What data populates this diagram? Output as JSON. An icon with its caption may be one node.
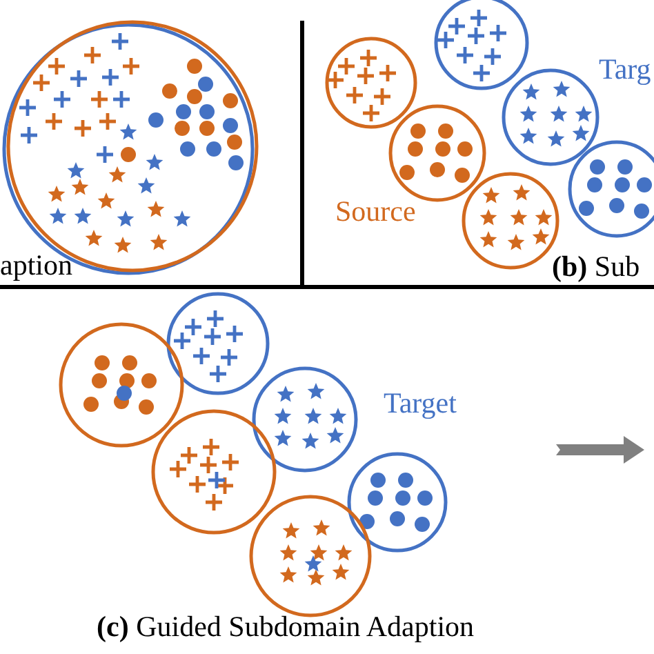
{
  "diagram": {
    "labels": [
      "Targ",
      "Source",
      "aption",
      "**(b)** Sub",
      "Target",
      "**(c)** Guided Subdomain Adaption"
    ]
  }
}
